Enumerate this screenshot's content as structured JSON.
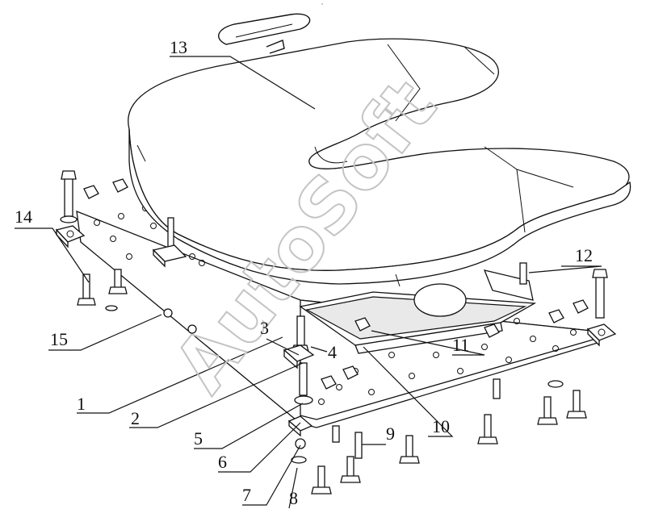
{
  "figure": {
    "corner_mark": "°   ",
    "watermark": "AutoSoft",
    "watermark_color": "#c8c8c8",
    "line_color": "#111111",
    "callouts": [
      {
        "id": "1",
        "label": "1"
      },
      {
        "id": "2",
        "label": "2"
      },
      {
        "id": "3",
        "label": "3"
      },
      {
        "id": "4",
        "label": "4"
      },
      {
        "id": "5",
        "label": "5"
      },
      {
        "id": "6",
        "label": "6"
      },
      {
        "id": "7",
        "label": "7"
      },
      {
        "id": "8",
        "label": "8"
      },
      {
        "id": "9",
        "label": "9"
      },
      {
        "id": "10",
        "label": "10"
      },
      {
        "id": "11",
        "label": "11"
      },
      {
        "id": "12",
        "label": "12"
      },
      {
        "id": "13",
        "label": "13"
      },
      {
        "id": "14",
        "label": "14"
      },
      {
        "id": "15",
        "label": "15"
      }
    ]
  }
}
